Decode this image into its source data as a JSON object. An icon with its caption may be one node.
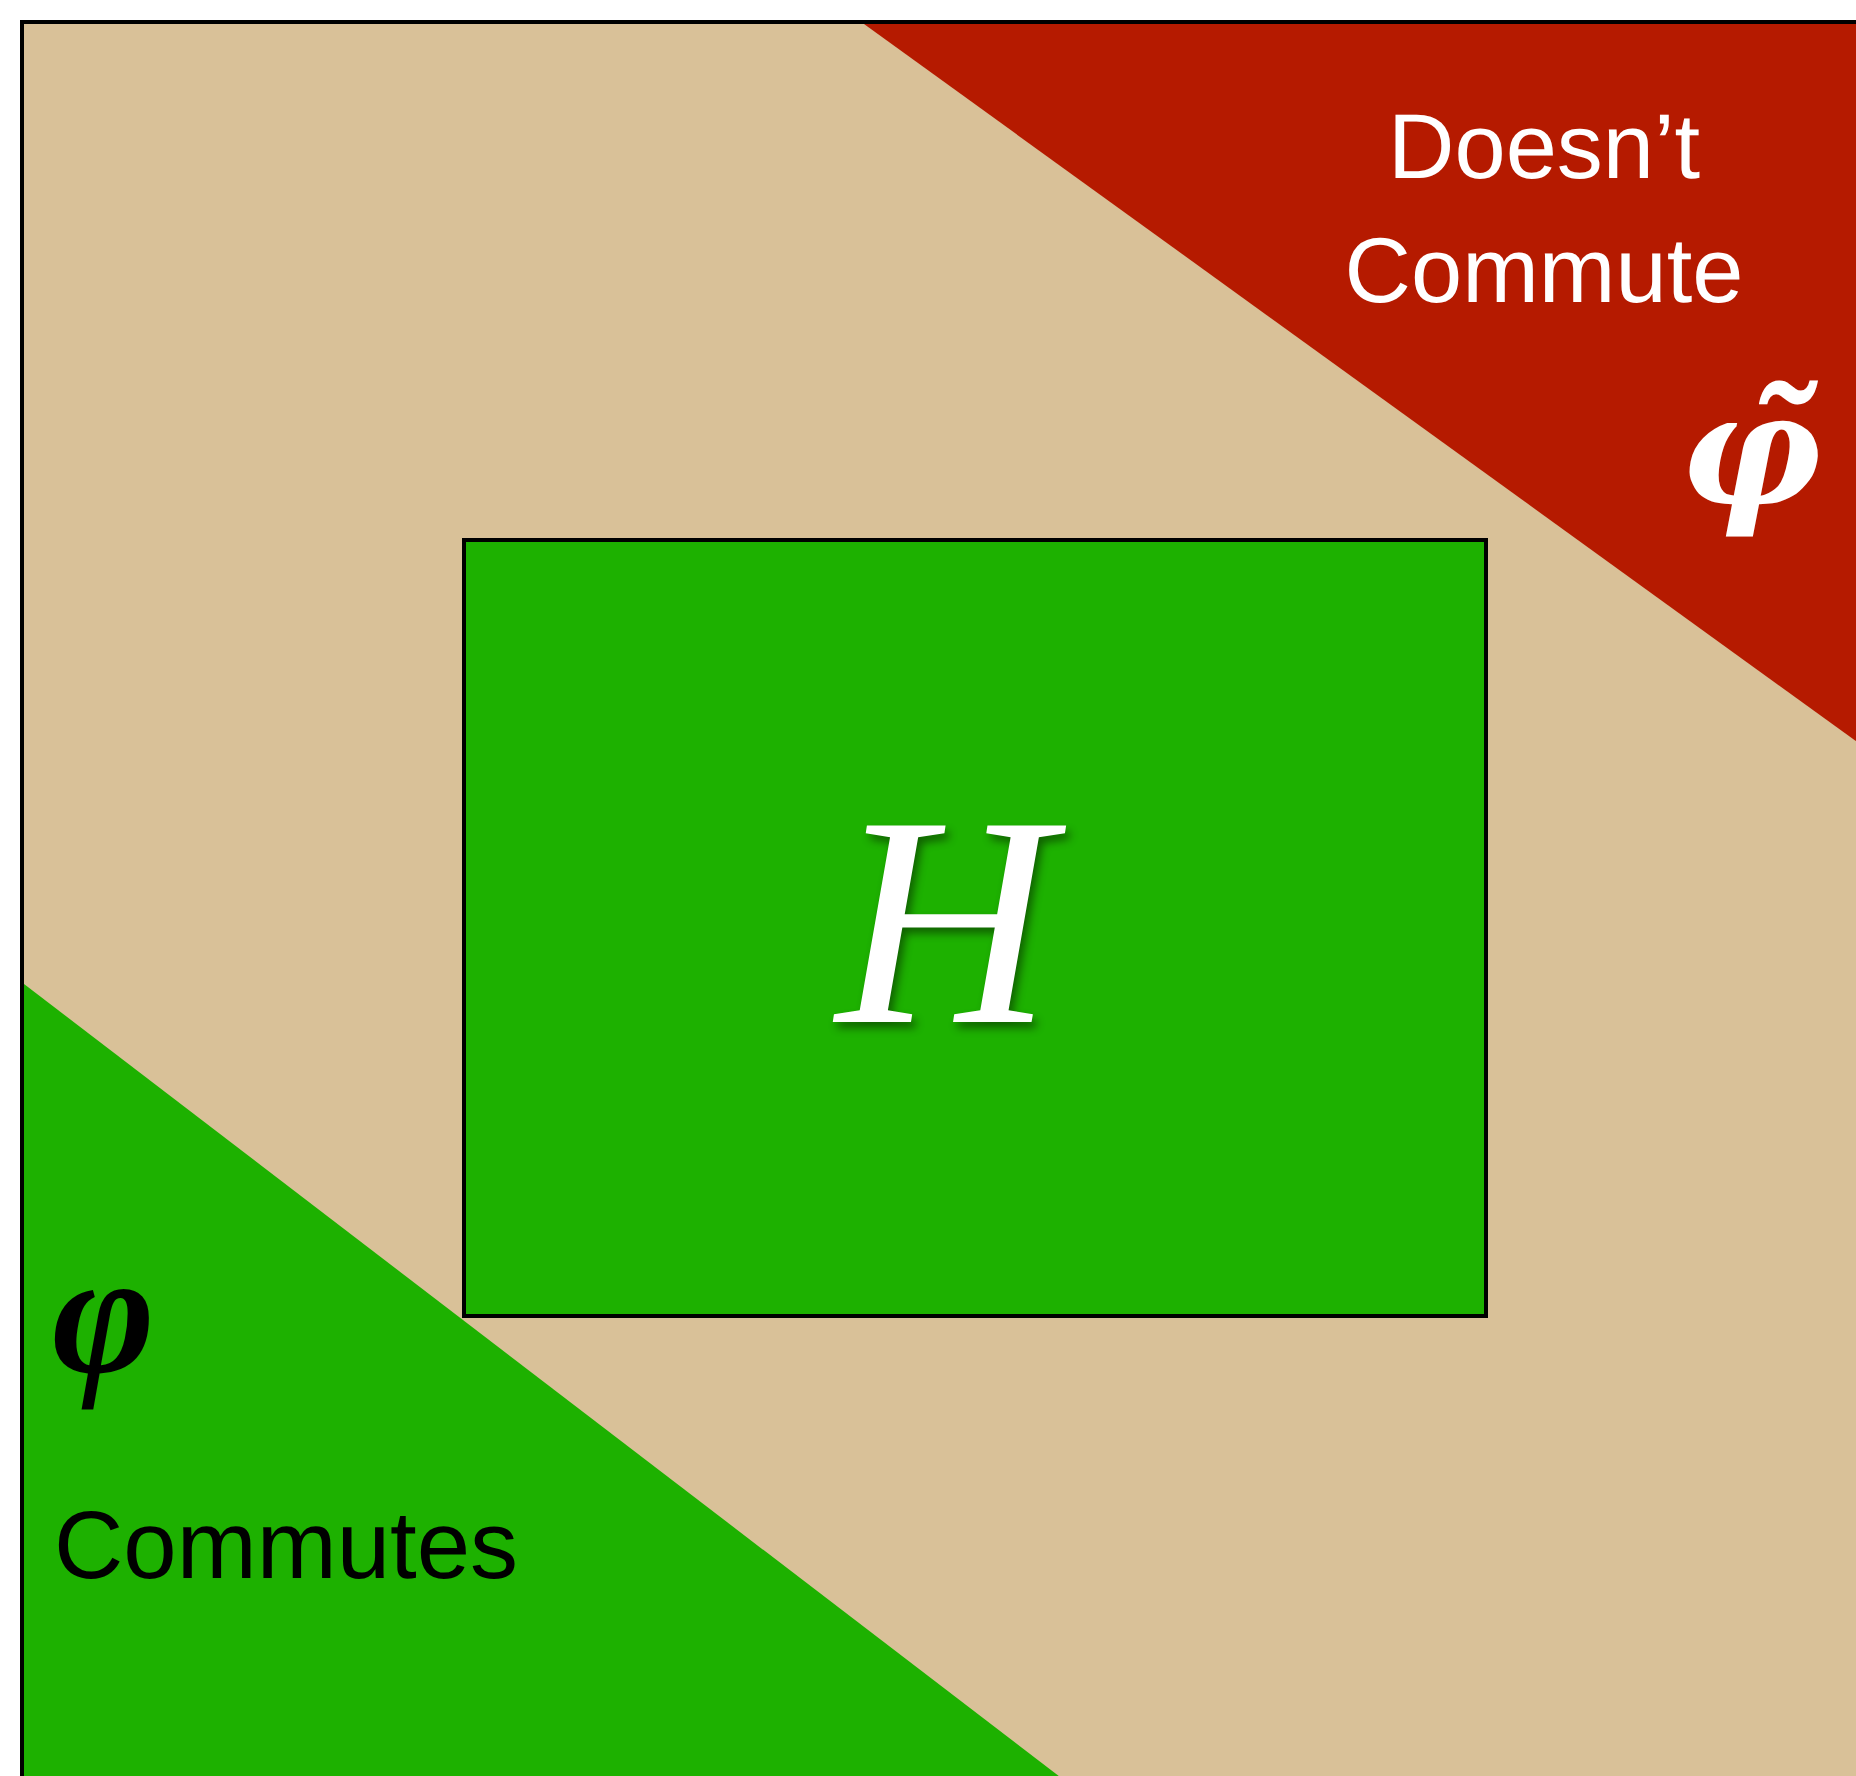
{
  "diagram": {
    "nodes": [
      {
        "text": [],
        "shape": "box"
      },
      {
        "text": [
          "Doesn’t Commute",
          "φ̃"
        ],
        "in": 0
      },
      {
        "text": [
          "H"
        ],
        "in": 0
      },
      {
        "text": [
          "φ",
          "Commutes"
        ],
        "in": 0
      }
    ]
  }
}
